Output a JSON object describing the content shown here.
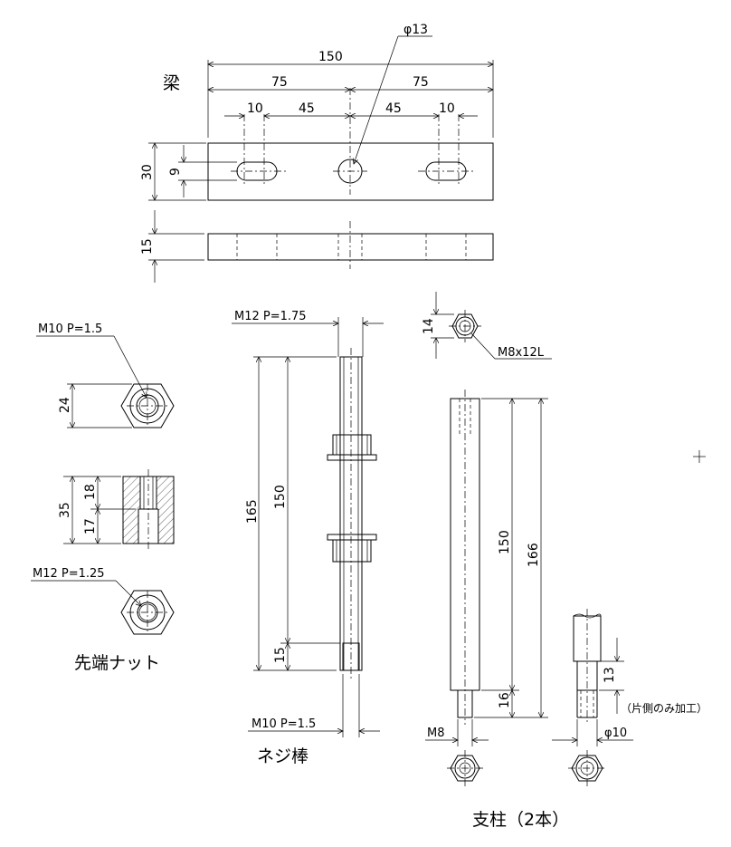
{
  "parts": {
    "beam": {
      "title": "梁",
      "dims": {
        "total": "150",
        "half_left": "75",
        "half_right": "75",
        "slot_left": "10",
        "pitch_left": "45",
        "pitch_right": "45",
        "slot_right": "10",
        "height": "30",
        "slot_width": "9",
        "thickness": "15"
      },
      "hole_callout": "φ13"
    },
    "tip_nut": {
      "title": "先端ナット",
      "thread_top": "M10  P=1.5",
      "thread_bottom": "M12  P=1.25",
      "dims": {
        "across_flats": "24",
        "height": "35",
        "upper_depth": "18",
        "lower_depth": "17"
      }
    },
    "threaded_rod": {
      "title": "ネジ棒",
      "thread_top": "M12  P=1.75",
      "thread_bottom": "M10  P=1.5",
      "dims": {
        "overall": "165",
        "thread_length": "150",
        "tip_length": "15"
      }
    },
    "post": {
      "title": "支柱（2本）",
      "bolt_callout": "M8x12L",
      "dims": {
        "head_size": "14",
        "thread_length": "150",
        "overall": "166",
        "stub_length": "16",
        "stub_thread": "M8",
        "detail_length": "13",
        "detail_dia": "φ10"
      },
      "detail_note": "（片側のみ加工）"
    }
  }
}
